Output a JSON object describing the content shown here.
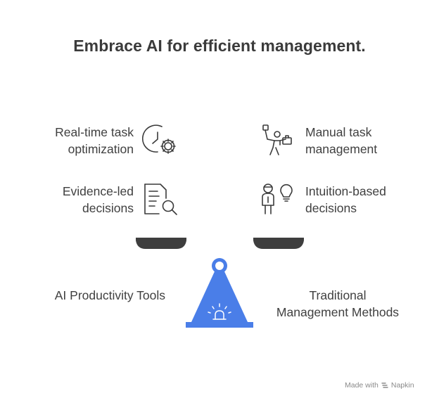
{
  "title": "Embrace AI for efficient management.",
  "left_side": {
    "name": "AI Productivity Tools",
    "items": [
      {
        "line1": "Real-time task",
        "line2": "optimization",
        "icon": "clock-gear-icon"
      },
      {
        "line1": "Evidence-led",
        "line2": "decisions",
        "icon": "document-search-icon"
      }
    ]
  },
  "right_side": {
    "name_line1": "Traditional",
    "name_line2": "Management Methods",
    "items": [
      {
        "line1": "Manual task",
        "line2": "management",
        "icon": "person-juggling-icon"
      },
      {
        "line1": "Intuition-based",
        "line2": "decisions",
        "icon": "person-lightbulb-icon"
      }
    ]
  },
  "colors": {
    "fulcrum": "#4a7ee8",
    "pan": "#3e3e3e",
    "text": "#404040",
    "icon": "#3a3a3a"
  },
  "footer": {
    "made_with": "Made with",
    "brand": "Napkin"
  }
}
